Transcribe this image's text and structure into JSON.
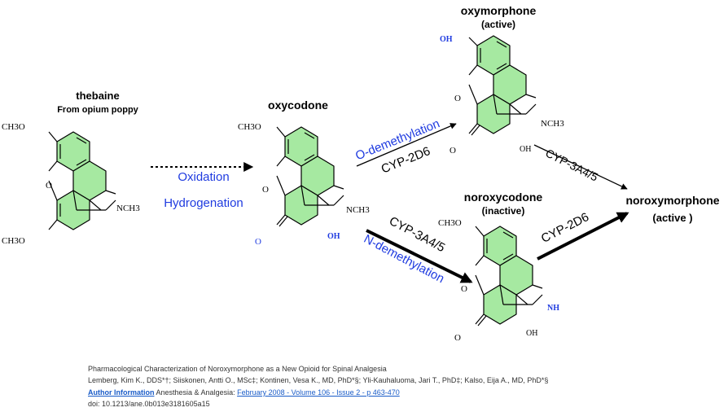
{
  "colors": {
    "ring_fill": "#a6e9a1",
    "stroke": "#000000",
    "blue_text": "#1f3be0",
    "link": "#1a5cc8",
    "caption": "#333333"
  },
  "compounds": {
    "thebaine": {
      "name": "thebaine",
      "note": "From opium poppy",
      "sub_top": "CH3O",
      "sub_bottom": "CH3O",
      "amine": "NCH3",
      "ring_o": "O"
    },
    "oxycodone": {
      "name": "oxycodone",
      "sub_top": "CH3O",
      "ring_o": "O",
      "keto": "O",
      "amine": "NCH3",
      "hydroxy": "OH"
    },
    "oxymorphone": {
      "name": "oxymorphone",
      "status": "(active)",
      "sub_top": "OH",
      "ring_o": "O",
      "keto": "O",
      "amine": "NCH3",
      "hydroxy": "OH"
    },
    "noroxycodone": {
      "name": "noroxycodone",
      "status": "(inactive)",
      "sub_top": "CH3O",
      "ring_o": "O",
      "keto": "O",
      "amine": "NH",
      "hydroxy": "OH"
    },
    "noroxymorphone": {
      "name": "noroxymorphone",
      "status": "(active )"
    }
  },
  "reactions": {
    "step1_top": "Oxidation",
    "step1_bottom": "Hydrogenation",
    "odemethylation": "O-demethylation",
    "cyp2d6_upper": "CYP-2D6",
    "cyp3a4_upper": "CYP-3A4/5",
    "cyp3a4_lower": "CYP-3A4/5",
    "ndemethylation": "N-demethylation",
    "cyp2d6_lower": "CYP-2D6"
  },
  "citation": {
    "title": "Pharmacological Characterization of Noroxymorphone as a New Opioid for Spinal Analgesia",
    "authors": "Lemberg, Kim K., DDS*†; Siiskonen, Antti O., MSc‡; Kontinen, Vesa K., MD, PhD*§; Yli-Kauhaluoma, Jari T., PhD‡; Kalso, Eija A., MD, PhD*§",
    "author_info_link": "Author Information",
    "journal": "Anesthesia & Analgesia:",
    "issue_link": "February 2008 - Volume 106 - Issue 2 - p 463-470",
    "doi": "doi: 10.1213/ane.0b013e3181605a15"
  }
}
